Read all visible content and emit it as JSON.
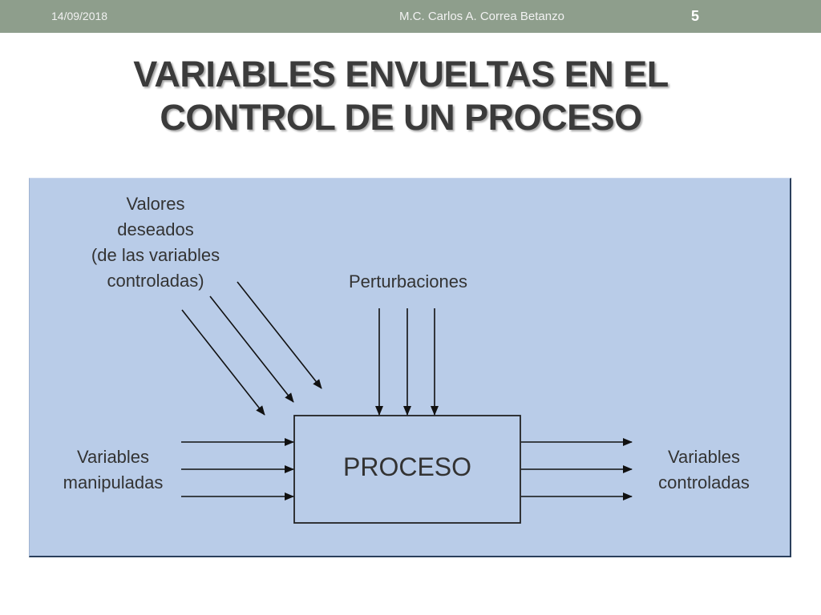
{
  "header": {
    "date": "14/09/2018",
    "author": "M.C. Carlos A. Correa Betanzo",
    "page_number": "5",
    "bar_color": "#8e9e8c"
  },
  "slide": {
    "title_line1": "VARIABLES ENVUELTAS EN EL",
    "title_line2": "CONTROL DE UN PROCESO"
  },
  "diagram": {
    "background_color": "#b9cce8",
    "desired_values": {
      "line1": "Valores",
      "line2": "deseados",
      "line3": "(de las variables",
      "line4": "controladas)"
    },
    "disturbances": "Perturbaciones",
    "process": "PROCESO",
    "manipulated": {
      "line1": "Variables",
      "line2": "manipuladas"
    },
    "controlled": {
      "line1": "Variables",
      "line2": "controladas"
    }
  }
}
